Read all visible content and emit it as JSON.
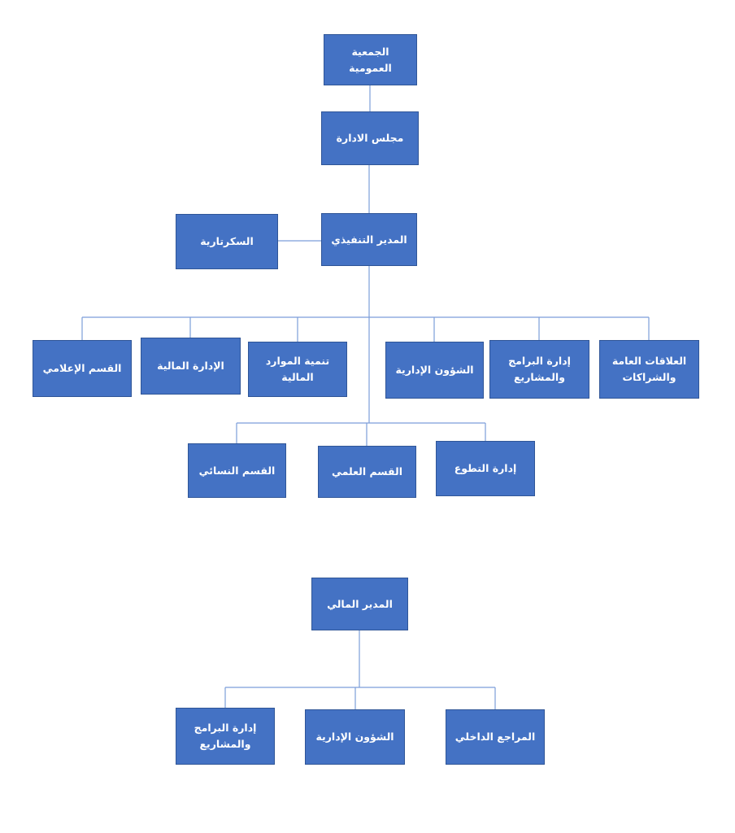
{
  "colors": {
    "box_fill": "#4472C4",
    "box_border": "#2F5597",
    "line_color": "#7C9ED9",
    "text_color": "#FFFFFF"
  },
  "nodes": {
    "assembly": "الجمعية\nالعمومية",
    "board": "مجلس الادارة",
    "exec": "المدير التنفيذي",
    "secretary": "السكرتارية",
    "media": "القسم الإعلامي",
    "finance": "الإدارة المالية",
    "resources": "تنمية الموارد\nالمالية",
    "admin": "الشؤون الإدارية",
    "programs": "إدارة البرامج\nوالمشاريع",
    "relations": "العلاقات العامة\nوالشراكات",
    "women": "القسم النسائي",
    "science": "القسم العلمي",
    "volunteer": "إدارة التطوع",
    "cfo": "المدير المالي",
    "cfo_programs": "إدارة البرامج\nوالمشاريع",
    "cfo_admin": "الشؤون الإدارية",
    "auditor": "المراجع الداخلي"
  }
}
